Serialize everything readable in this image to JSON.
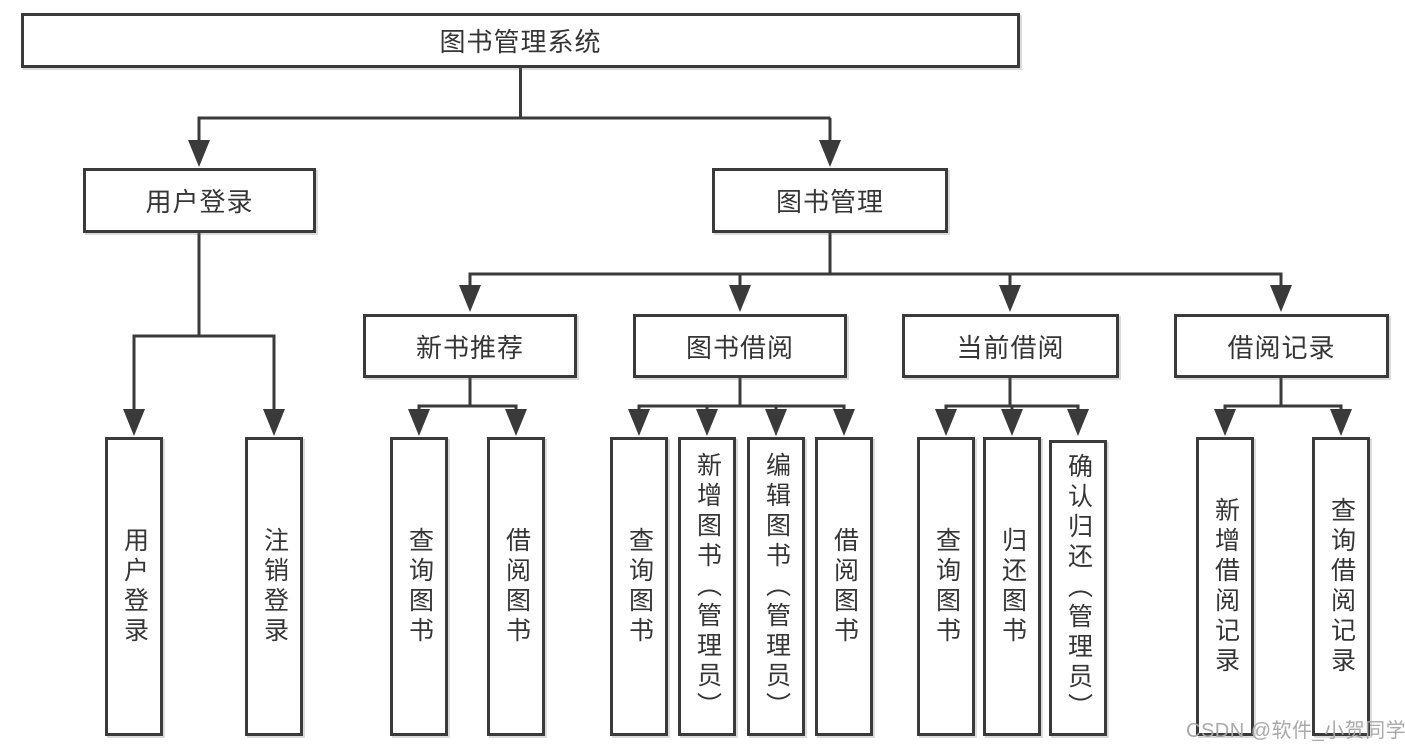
{
  "title": "图书管理系统",
  "watermark": "CSDN @软件_小贺同学",
  "colors": {
    "line": "#3a3a3a",
    "border": "#3a3a3a",
    "text": "#353535",
    "watermark": "#a9a9a9",
    "background": "#ffffff"
  },
  "nodes": {
    "root": "图书管理系统",
    "user_login": {
      "label": "用户登录",
      "children": [
        "用户登录",
        "注销登录"
      ]
    },
    "book_mgmt": {
      "label": "图书管理"
    },
    "new_book_rec": {
      "label": "新书推荐",
      "children": [
        "查询图书",
        "借阅图书"
      ]
    },
    "book_borrow": {
      "label": "图书借阅",
      "children": [
        "查询图书",
        "新增图书（管理员）",
        "编辑图书（管理员）",
        "借阅图书"
      ]
    },
    "current_borrow": {
      "label": "当前借阅",
      "children": [
        "查询图书",
        "归还图书",
        "确认归还（管理员）"
      ]
    },
    "borrow_record": {
      "label": "借阅记录",
      "children": [
        "新增借阅记录",
        "查询借阅记录"
      ]
    }
  }
}
